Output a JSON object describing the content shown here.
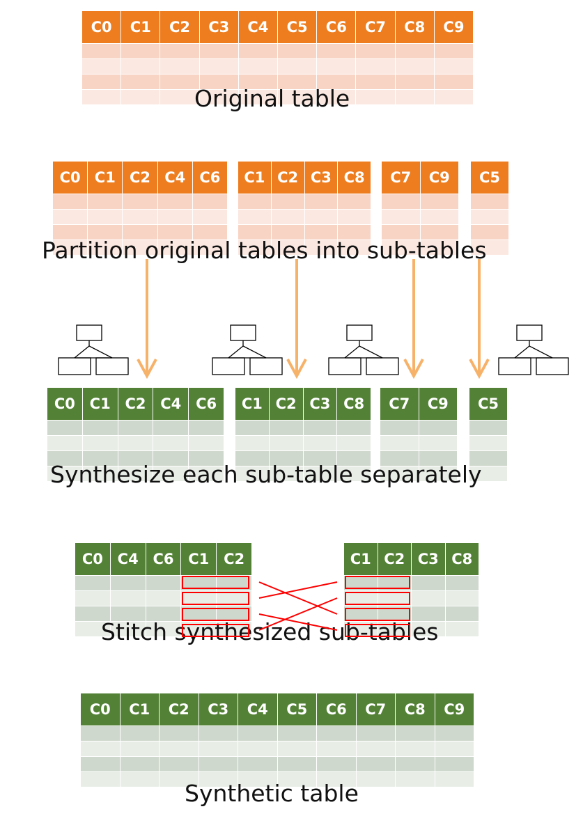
{
  "colors": {
    "orange_header": "#ed7d1f",
    "green_header": "#538135",
    "arrow": "#f7b26a",
    "stitch_red": "#ff0000"
  },
  "stages": [
    {
      "caption": "Original table",
      "tables": [
        {
          "color": "orange",
          "columns": [
            "C0",
            "C1",
            "C2",
            "C3",
            "C4",
            "C5",
            "C6",
            "C7",
            "C8",
            "C9"
          ]
        }
      ]
    },
    {
      "caption": "Partition original tables into sub-tables",
      "tables": [
        {
          "color": "orange",
          "columns": [
            "C0",
            "C1",
            "C2",
            "C4",
            "C6"
          ]
        },
        {
          "color": "orange",
          "columns": [
            "C1",
            "C2",
            "C3",
            "C8"
          ]
        },
        {
          "color": "orange",
          "columns": [
            "C7",
            "C9"
          ]
        },
        {
          "color": "orange",
          "columns": [
            "C5"
          ]
        }
      ]
    },
    {
      "caption": "Synthesize each sub-table separately",
      "tables": [
        {
          "color": "green",
          "columns": [
            "C0",
            "C1",
            "C2",
            "C4",
            "C6"
          ]
        },
        {
          "color": "green",
          "columns": [
            "C1",
            "C2",
            "C3",
            "C8"
          ]
        },
        {
          "color": "green",
          "columns": [
            "C7",
            "C9"
          ]
        },
        {
          "color": "green",
          "columns": [
            "C5"
          ]
        }
      ]
    },
    {
      "caption": "Stitch synthesized sub-tables",
      "tables": [
        {
          "color": "green",
          "columns": [
            "C0",
            "C4",
            "C6",
            "C1",
            "C2"
          ]
        },
        {
          "color": "green",
          "columns": [
            "C1",
            "C2",
            "C3",
            "C8"
          ]
        }
      ]
    },
    {
      "caption": "Synthetic table",
      "tables": [
        {
          "color": "green",
          "columns": [
            "C0",
            "C1",
            "C2",
            "C3",
            "C4",
            "C5",
            "C6",
            "C7",
            "C8",
            "C9"
          ]
        }
      ]
    }
  ],
  "model_icons": [
    {
      "icon": "tree-model-icon"
    },
    {
      "icon": "tree-model-icon"
    },
    {
      "icon": "tree-model-icon"
    },
    {
      "icon": "tree-model-icon"
    }
  ],
  "stitch_links": [
    [
      0,
      2
    ],
    [
      1,
      0
    ],
    [
      2,
      3
    ],
    [
      3,
      1
    ]
  ]
}
